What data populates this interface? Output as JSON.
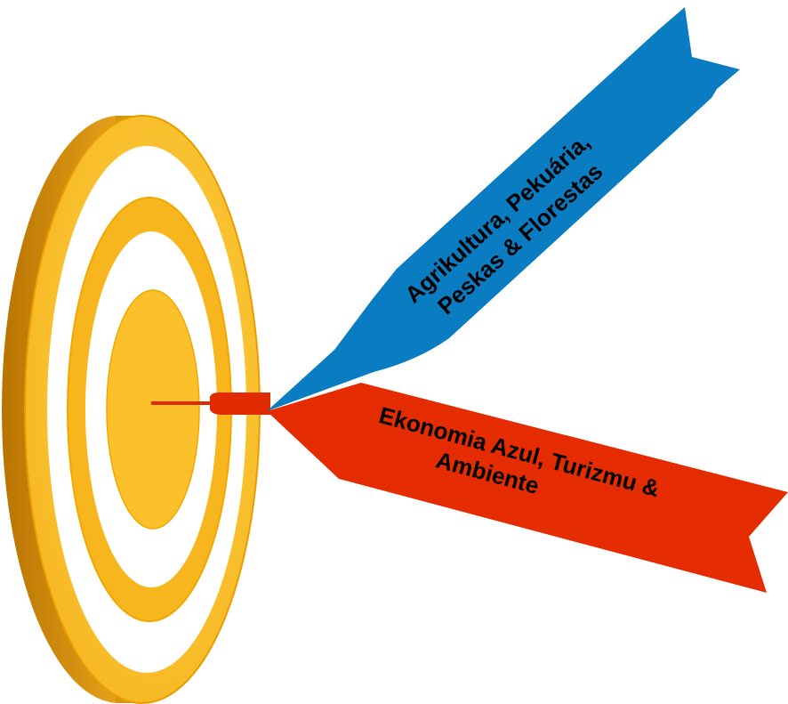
{
  "target": {
    "colors": {
      "gold": "#FCC02A",
      "gold_dark": "#C98A06",
      "gold_edge": "#F0A800",
      "white": "#FFFFFF",
      "dart_red": "#E02A00"
    }
  },
  "ribbons": {
    "blue": {
      "color": "#0A7DC2",
      "line1": "Agrikultura, Pekuária,",
      "line2": "Peskas & Florestas"
    },
    "red": {
      "color": "#E52B00",
      "line1": "Ekonomia Azul, Turizmu &",
      "line2": "Ambiente"
    }
  }
}
